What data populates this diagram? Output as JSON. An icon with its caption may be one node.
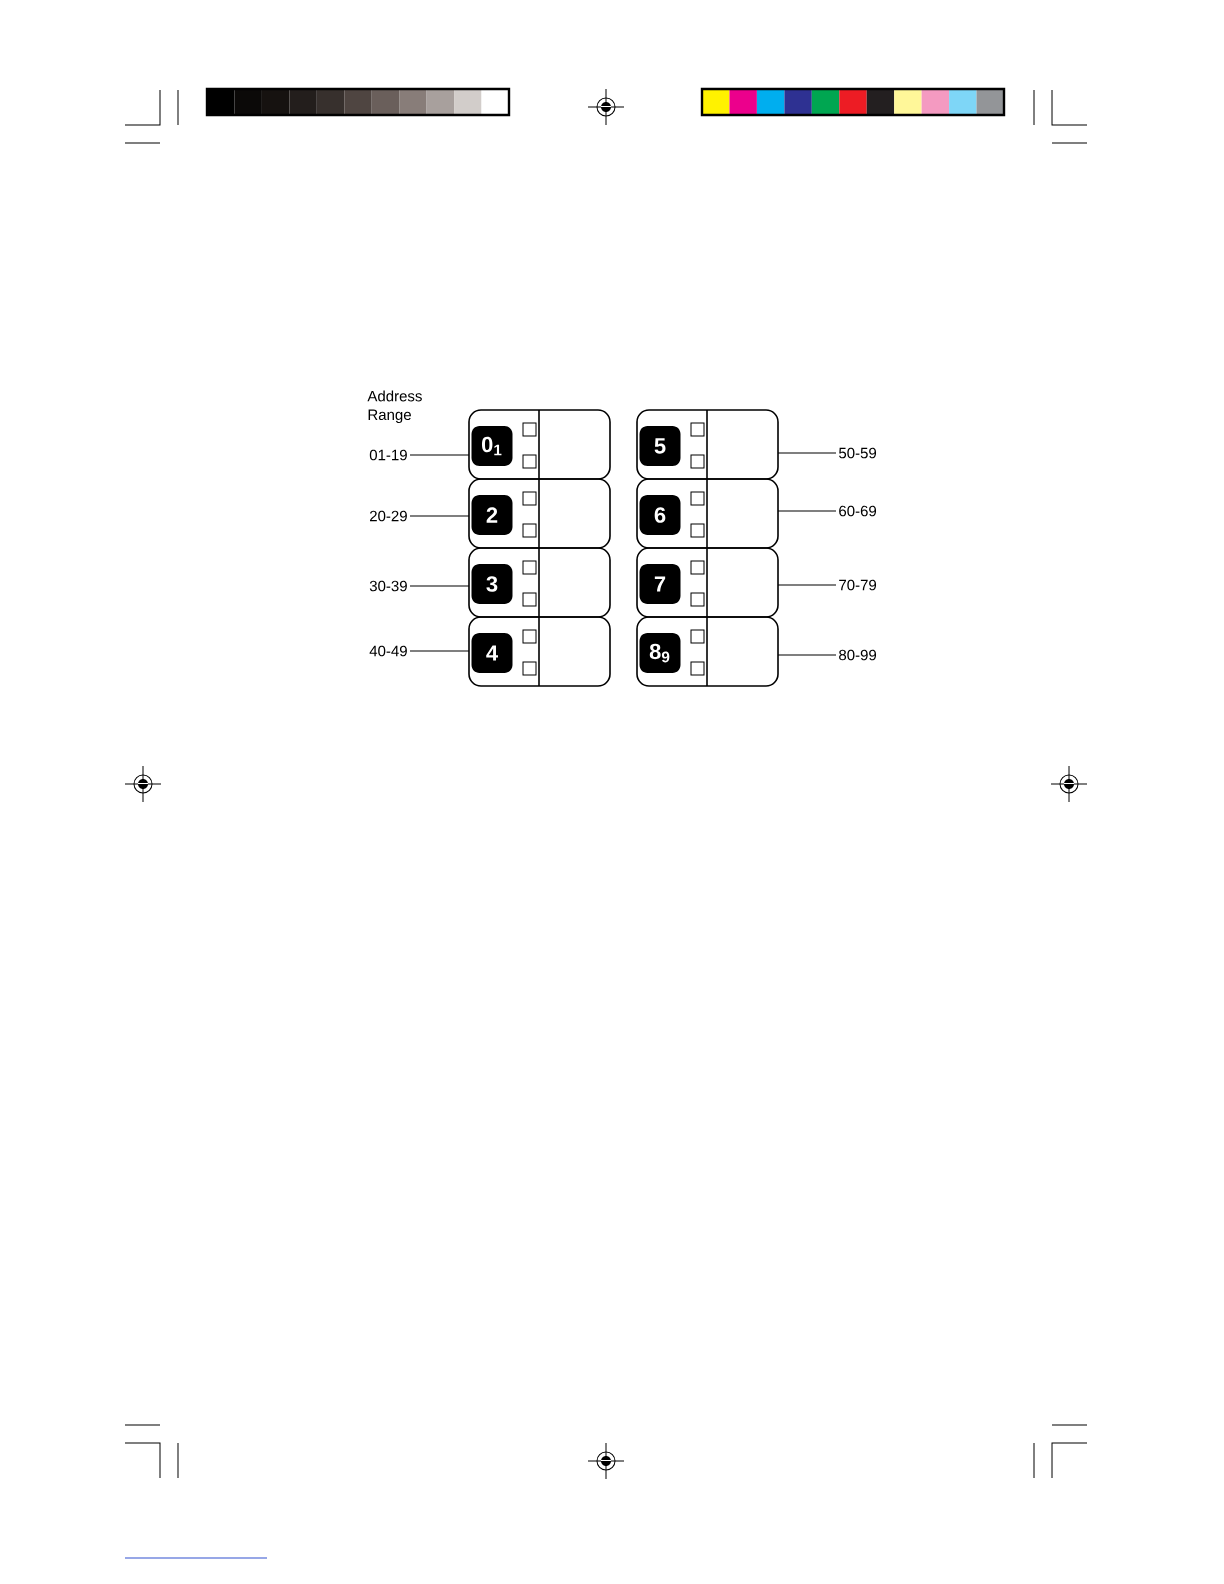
{
  "diagram": {
    "nodes": [
      {
        "text": [
          "0$_{1}$"
        ]
      },
      {
        "text": [
          "2"
        ]
      },
      {
        "text": [
          "3"
        ]
      },
      {
        "text": [
          "4"
        ]
      },
      {
        "text": [
          "5"
        ]
      },
      {
        "text": [
          "6"
        ]
      },
      {
        "text": [
          "7"
        ]
      },
      {
        "text": [
          "8$_{9}$"
        ]
      },
      {
        "text": [
          "01-19"
        ]
      },
      {
        "text": [
          "20-29"
        ]
      },
      {
        "text": [
          "30-39"
        ]
      },
      {
        "text": [
          "40-49"
        ]
      },
      {
        "text": [
          "50-59"
        ]
      },
      {
        "text": [
          "60-69"
        ]
      },
      {
        "text": [
          "70-79"
        ]
      },
      {
        "text": [
          "80-99"
        ]
      }
    ],
    "edges": [
      {
        "from": 8,
        "to": 0,
        "arrow": "none"
      },
      {
        "from": 9,
        "to": 1,
        "arrow": "none"
      },
      {
        "from": 10,
        "to": 2,
        "arrow": "none"
      },
      {
        "from": 11,
        "to": 3,
        "arrow": "none"
      },
      {
        "from": 12,
        "to": 4,
        "arrow": "none"
      },
      {
        "from": 13,
        "to": 5,
        "arrow": "none"
      },
      {
        "from": 14,
        "to": 6,
        "arrow": "none"
      },
      {
        "from": 15,
        "to": 7,
        "arrow": "none"
      }
    ],
    "labels": [
      "Address Range"
    ]
  }
}
